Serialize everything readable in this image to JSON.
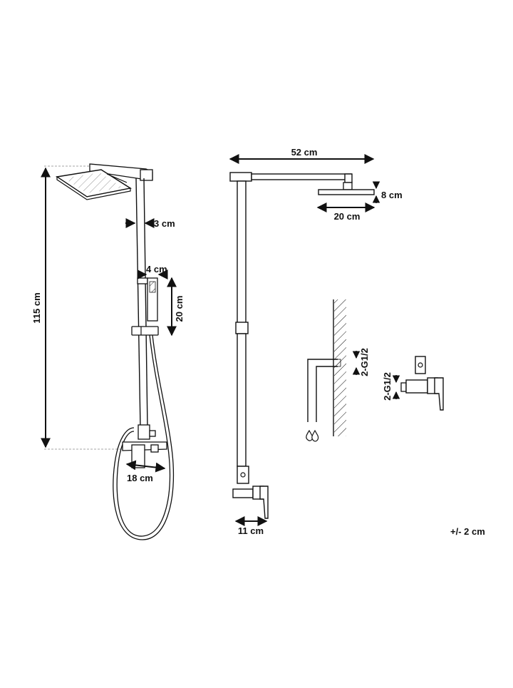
{
  "labels": {
    "height": "115 cm",
    "pipe_diameter": "3 cm",
    "hand_shower_width": "4 cm",
    "hand_shower_length": "20 cm",
    "mixer_width": "18 cm",
    "arm_length": "52 cm",
    "head_height": "8 cm",
    "head_width": "20 cm",
    "wall_offset": "11 cm",
    "thread_upper": "2-G1/2",
    "thread_lower": "2-G1/2",
    "tolerance": "+/- 2 cm"
  },
  "colors": {
    "line": "#111111",
    "dashed": "#888888"
  }
}
